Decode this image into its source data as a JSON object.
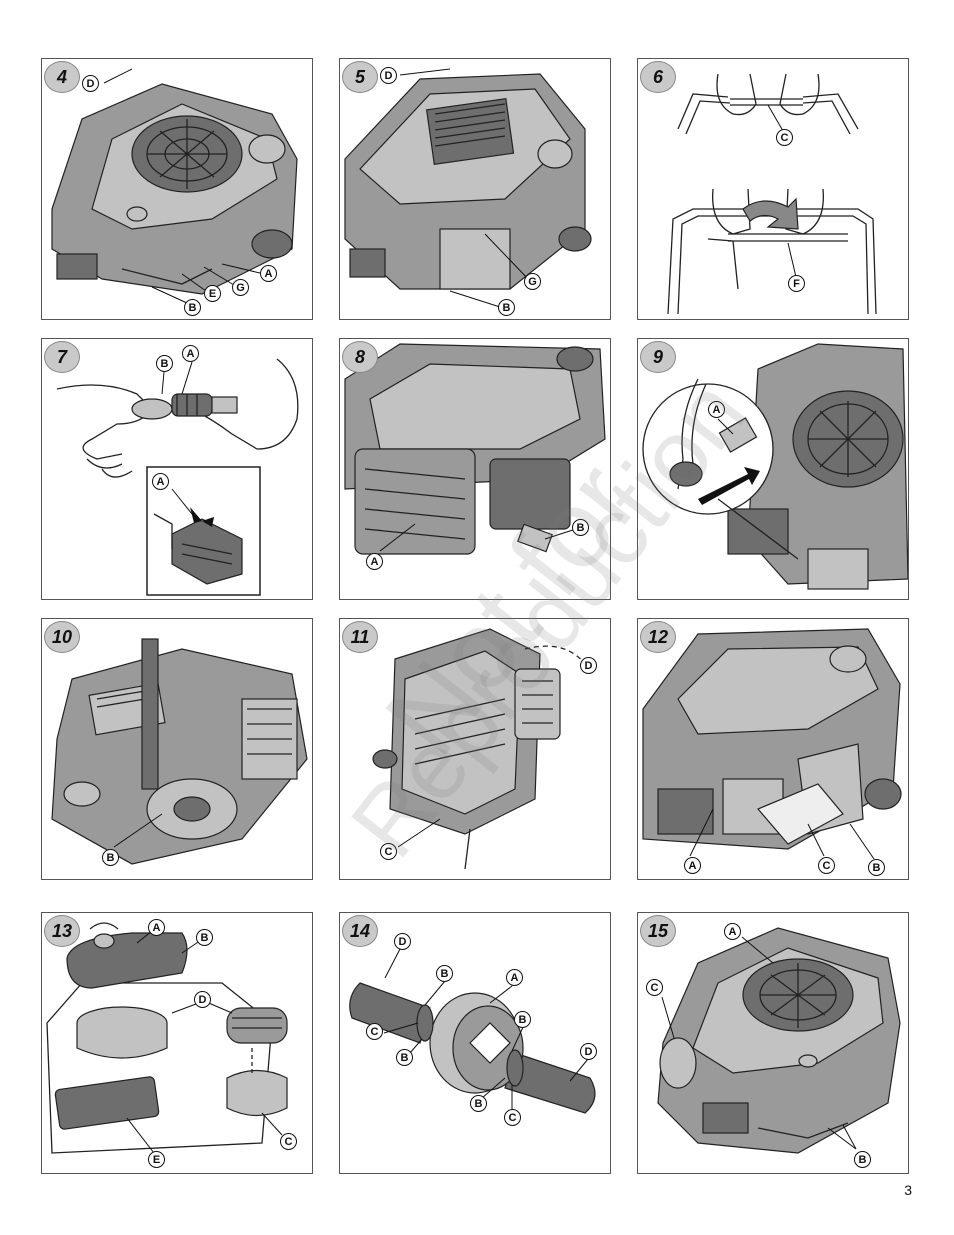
{
  "page_number": "3",
  "watermark": {
    "line1": "Not for",
    "line2": "Reproduction"
  },
  "figures": [
    {
      "number": "4",
      "labels": [
        "D",
        "A",
        "G",
        "E",
        "B"
      ]
    },
    {
      "number": "5",
      "labels": [
        "D",
        "G",
        "B"
      ]
    },
    {
      "number": "6",
      "labels": [
        "C",
        "F"
      ]
    },
    {
      "number": "7",
      "labels": [
        "B",
        "A",
        "A"
      ]
    },
    {
      "number": "8",
      "labels": [
        "B",
        "A"
      ]
    },
    {
      "number": "9",
      "labels": [
        "A"
      ]
    },
    {
      "number": "10",
      "labels": [
        "B"
      ]
    },
    {
      "number": "11",
      "labels": [
        "D",
        "C"
      ]
    },
    {
      "number": "12",
      "labels": [
        "A",
        "C",
        "B"
      ]
    },
    {
      "number": "13",
      "labels": [
        "A",
        "B",
        "D",
        "C",
        "E"
      ]
    },
    {
      "number": "14",
      "labels": [
        "D",
        "B",
        "A",
        "C",
        "B",
        "B",
        "D",
        "B",
        "C"
      ]
    },
    {
      "number": "15",
      "labels": [
        "A",
        "C",
        "B"
      ]
    }
  ]
}
